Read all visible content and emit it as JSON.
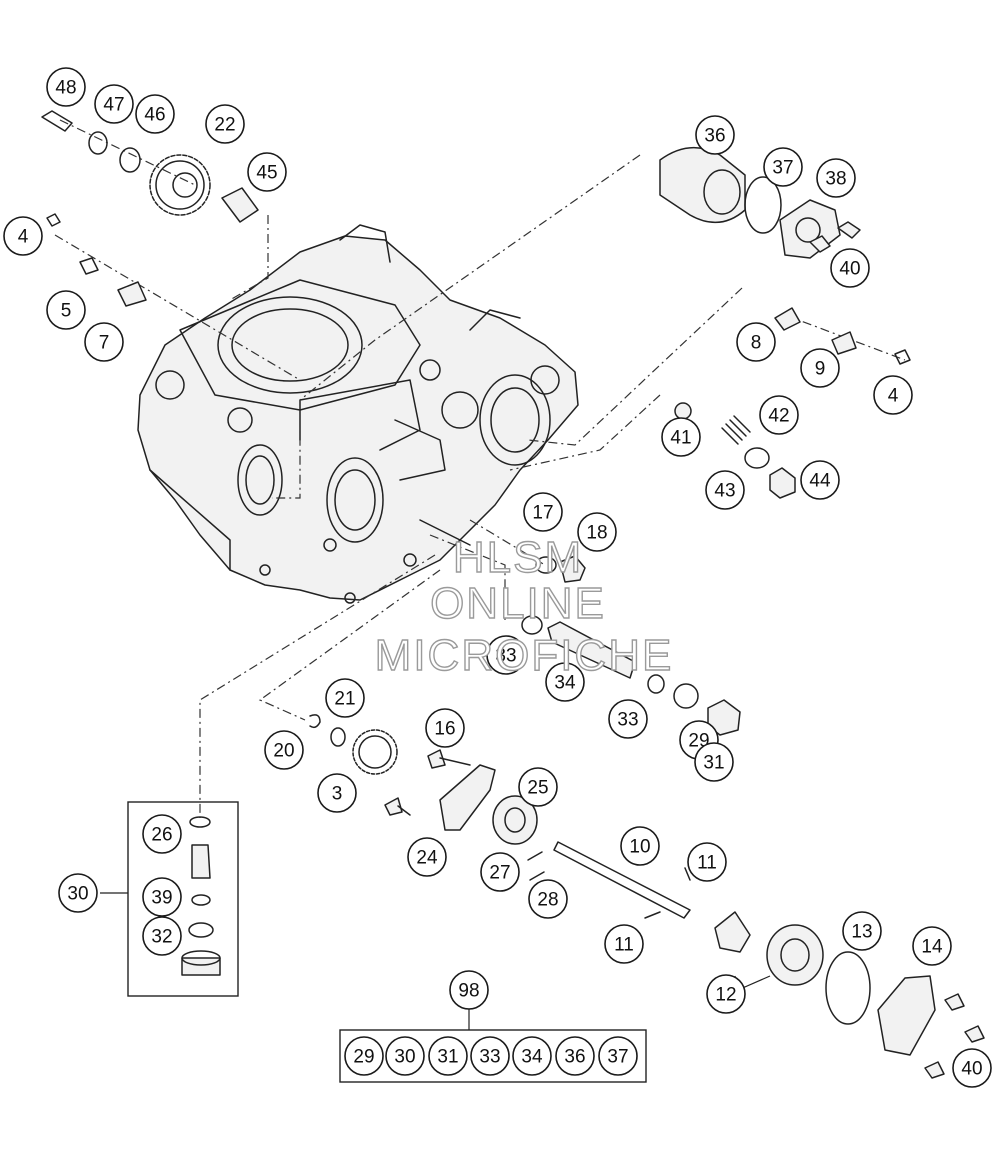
{
  "watermark": {
    "line1": "HLSM",
    "line2": "ONLINE",
    "line3": "MICROFICHE"
  },
  "callouts": [
    "48",
    "47",
    "46",
    "22",
    "45",
    "4",
    "5",
    "7",
    "36",
    "37",
    "38",
    "40",
    "8",
    "9",
    "4",
    "41",
    "42",
    "43",
    "44",
    "17",
    "18",
    "33",
    "34",
    "33",
    "29",
    "31",
    "21",
    "20",
    "16",
    "3",
    "25",
    "24",
    "10",
    "11",
    "27",
    "28",
    "11",
    "12",
    "13",
    "14",
    "40",
    "26",
    "39",
    "32",
    "30",
    "98"
  ],
  "kit": {
    "label": "98",
    "items": [
      "29",
      "30",
      "31",
      "33",
      "34",
      "36",
      "37"
    ]
  },
  "colors": {
    "stroke": "#1a1a1a",
    "background": "#ffffff",
    "watermark_outline": "#9a9a9a"
  }
}
